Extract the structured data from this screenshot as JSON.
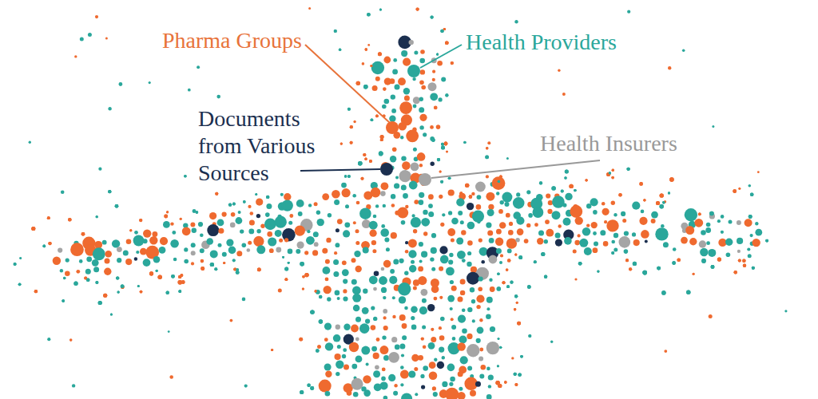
{
  "diagram": {
    "labels": [
      "Pharma Groups",
      "Health Providers",
      "Documents from Various Sources",
      "Health Insurers"
    ]
  }
}
